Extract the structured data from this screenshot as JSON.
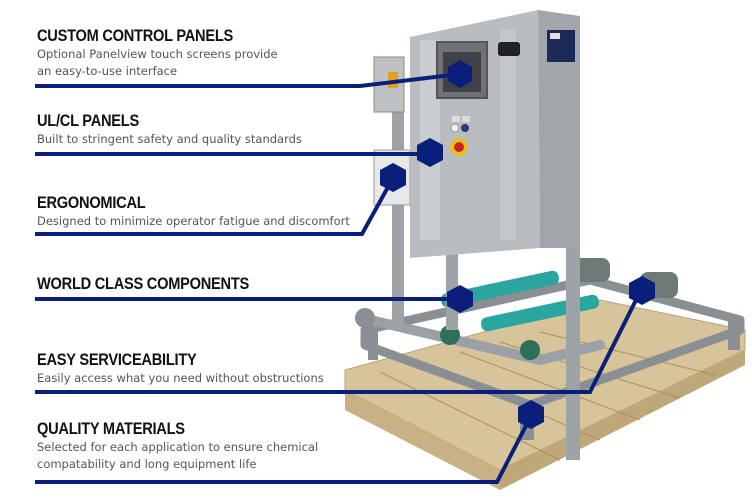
{
  "colors": {
    "accent": "#0a1f7a",
    "heading": "#111111",
    "body_text": "#555555",
    "steel": "#b9bcc0",
    "frame": "#8a8f94",
    "pallet": "#d8c49a",
    "pump_teal": "#2aa5a0"
  },
  "features": [
    {
      "title": "CUSTOM CONTROL PANELS",
      "lines": [
        "Optional Panelview touch screens provide",
        "an easy-to-use interface"
      ]
    },
    {
      "title": "UL/CL PANELS",
      "lines": [
        "Built to stringent safety and quality standards"
      ]
    },
    {
      "title": "ERGONOMICAL",
      "lines": [
        "Designed to minimize operator fatigue and discomfort"
      ]
    },
    {
      "title": "WORLD CLASS COMPONENTS",
      "lines": []
    },
    {
      "title": "EASY SERVICEABILITY",
      "lines": [
        "Easily access what you need without obstructions"
      ]
    },
    {
      "title": "QUALITY MATERIALS",
      "lines": [
        "Selected for each application to ensure chemical",
        "compatability and long equipment life"
      ]
    }
  ],
  "hotspots": [
    {
      "icon": "hexagon-marker-icon",
      "feature": "custom-control-panels"
    },
    {
      "icon": "hexagon-marker-icon",
      "feature": "ul-cl-panels"
    },
    {
      "icon": "hexagon-marker-icon",
      "feature": "ergonomical"
    },
    {
      "icon": "hexagon-marker-icon",
      "feature": "world-class-components"
    },
    {
      "icon": "hexagon-marker-icon",
      "feature": "easy-serviceability"
    },
    {
      "icon": "hexagon-marker-icon",
      "feature": "quality-materials"
    }
  ]
}
